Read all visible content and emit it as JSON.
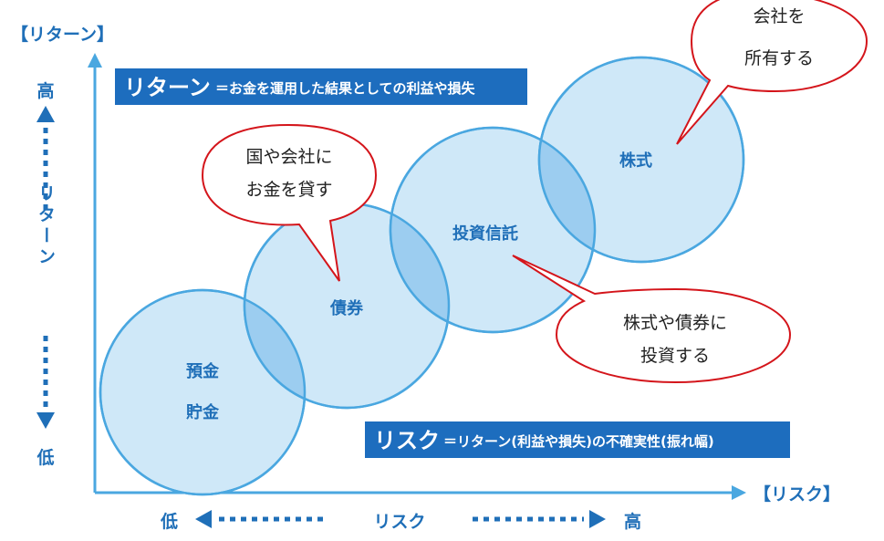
{
  "colors": {
    "axis": "#4aa7e0",
    "circle_fill": "#cfe8f8",
    "circle_overlap": "#9ccdf0",
    "circle_stroke": "#4aa7e0",
    "text_blue": "#1f6fb8",
    "banner_bg": "#1d6dbe",
    "arrow_blue": "#1f6fb8",
    "bubble_stroke": "#d4151b"
  },
  "y_axis": {
    "title": "【リターン】",
    "high": "高",
    "low": "低",
    "middle": "リターン"
  },
  "x_axis": {
    "title": "【リスク】",
    "low": "低",
    "high": "高",
    "middle": "リスク"
  },
  "banners": {
    "return": {
      "title": "リターン",
      "definition": "＝お金を運用した結果としての利益や損失"
    },
    "risk": {
      "title": "リスク",
      "definition": "＝リターン(利益や損失)の不確実性(振れ幅)"
    }
  },
  "circles": {
    "deposit": {
      "line1": "預金",
      "line2": "貯金"
    },
    "bond": {
      "label": "債券"
    },
    "fund": {
      "label": "投資信託"
    },
    "stock": {
      "label": "株式"
    }
  },
  "callouts": {
    "stock": {
      "line1": "会社を",
      "line2": "所有する"
    },
    "bond": {
      "line1": "国や会社に",
      "line2": "お金を貸す"
    },
    "fund": {
      "line1": "株式や債券に",
      "line2": "投資する"
    }
  }
}
